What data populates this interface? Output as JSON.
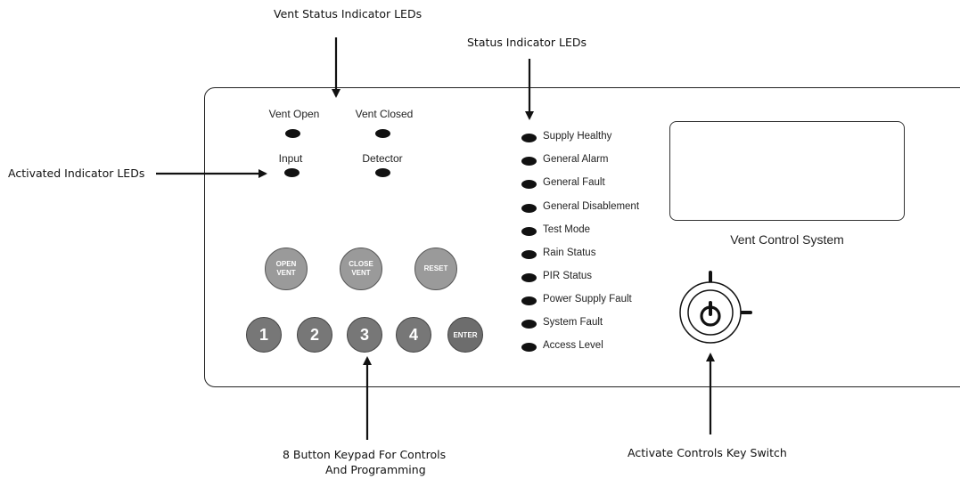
{
  "callouts": {
    "vent_status": "Vent Status Indicator LEDs",
    "status_indicators": "Status Indicator LEDs",
    "activated_indicators": "Activated Indicator LEDs",
    "keypad_line1": "8 Button Keypad For Controls",
    "keypad_line2": "And Programming",
    "key_switch": "Activate Controls Key Switch"
  },
  "vent_leds": {
    "vent_open": "Vent Open",
    "vent_closed": "Vent Closed",
    "input": "Input",
    "detector": "Detector"
  },
  "status_leds": [
    "Supply Healthy",
    "General Alarm",
    "General Fault",
    "General Disablement",
    "Test Mode",
    "Rain Status",
    "PIR Status",
    "Power Supply Fault",
    "System Fault",
    "Access Level"
  ],
  "buttons": {
    "open_vent_line1": "OPEN",
    "open_vent_line2": "VENT",
    "close_vent_line1": "CLOSE",
    "close_vent_line2": "VENT",
    "reset": "RESET",
    "num1": "1",
    "num2": "2",
    "num3": "3",
    "num4": "4",
    "enter": "ENTER"
  },
  "display": {
    "title": "Vent Control System"
  },
  "colors": {
    "led": "#111111",
    "button_light": "#9a9a9a",
    "button_dark": "#777777"
  }
}
